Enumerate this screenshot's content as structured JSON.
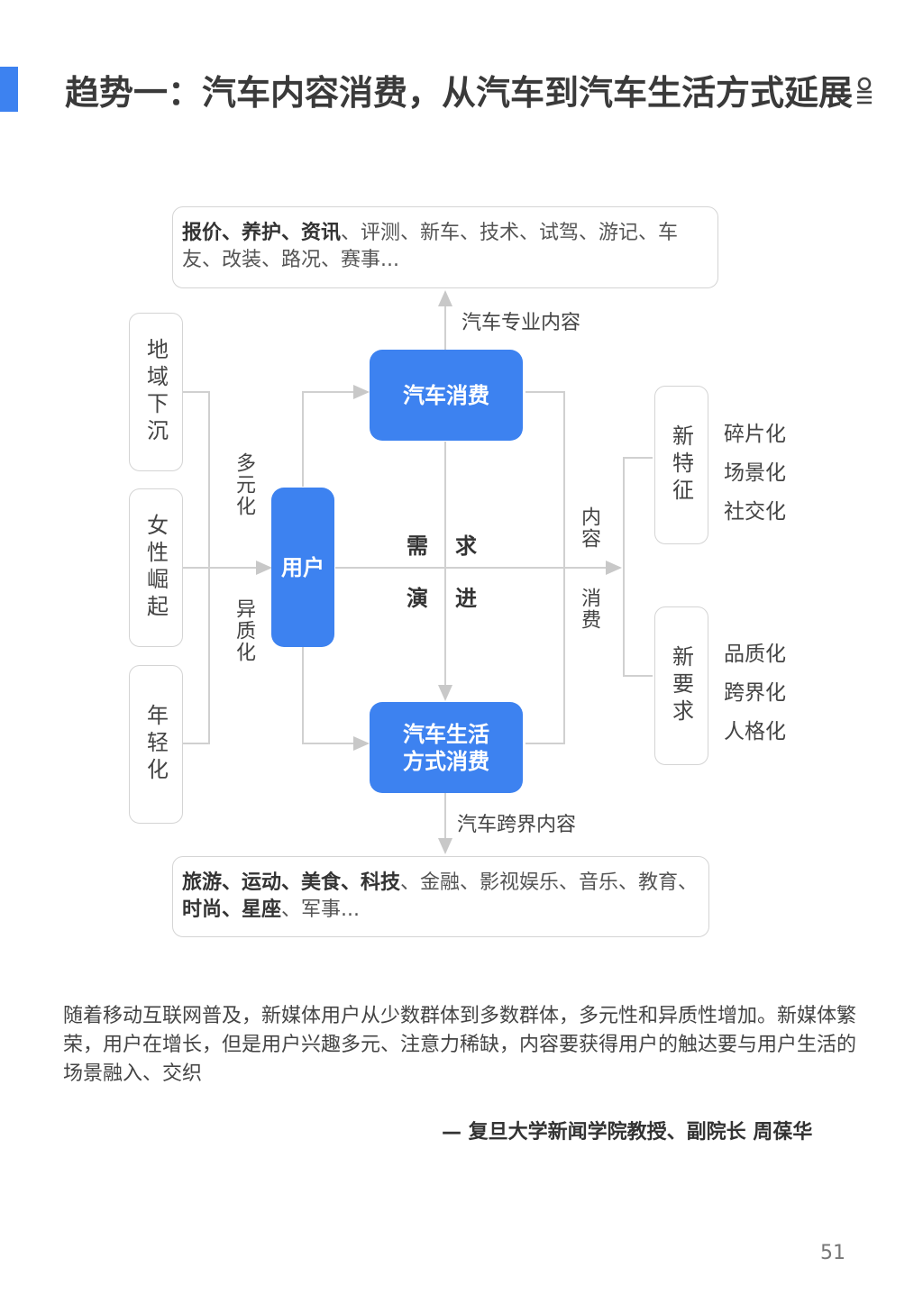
{
  "header": {
    "title": "趋势一：汽车内容消费，从汽车到汽车生活方式延展",
    "accent_color": "#3d82f0",
    "logo_icon": "brand-logo-icon"
  },
  "diagram": {
    "top_box": {
      "bold_items": "报价、养护、资讯",
      "rest": "、评测、新车、技术、试驾、游记、车友、改装、路况、赛事..."
    },
    "top_label": "汽车专业内容",
    "bottom_box": {
      "bold_a": "旅游、运动、美食、科技",
      "mid_a": "、金融、影视娱乐、音乐、教育、",
      "bold_b": "时尚、星座",
      "rest": "、军事..."
    },
    "bottom_label": "汽车跨界内容",
    "left_boxes": [
      "地域下沉",
      "女性崛起",
      "年轻化"
    ],
    "left_labels": {
      "top": "多元化",
      "bottom": "异质化"
    },
    "user_node": "用户",
    "consume_node": "汽车消费",
    "life_node_line1": "汽车生活",
    "life_node_line2": "方式消费",
    "center": {
      "c1": "需",
      "c2": "求",
      "c3": "演",
      "c4": "进"
    },
    "right_label": {
      "top": "内容",
      "bottom": "消费"
    },
    "features": {
      "title": "新特征",
      "items": [
        "碎片化",
        "场景化",
        "社交化"
      ]
    },
    "requirements": {
      "title": "新要求",
      "items": [
        "品质化",
        "跨界化",
        "人格化"
      ]
    }
  },
  "quote": {
    "text": "随着移动互联网普及，新媒体用户从少数群体到多数群体，多元性和异质性增加。新媒体繁荣，用户在增长，但是用户兴趣多元、注意力稀缺，内容要获得用户的触达要与用户生活的场景融入、交织",
    "author": "— 复旦大学新闻学院教授、副院长  周葆华"
  },
  "page_number": "51"
}
